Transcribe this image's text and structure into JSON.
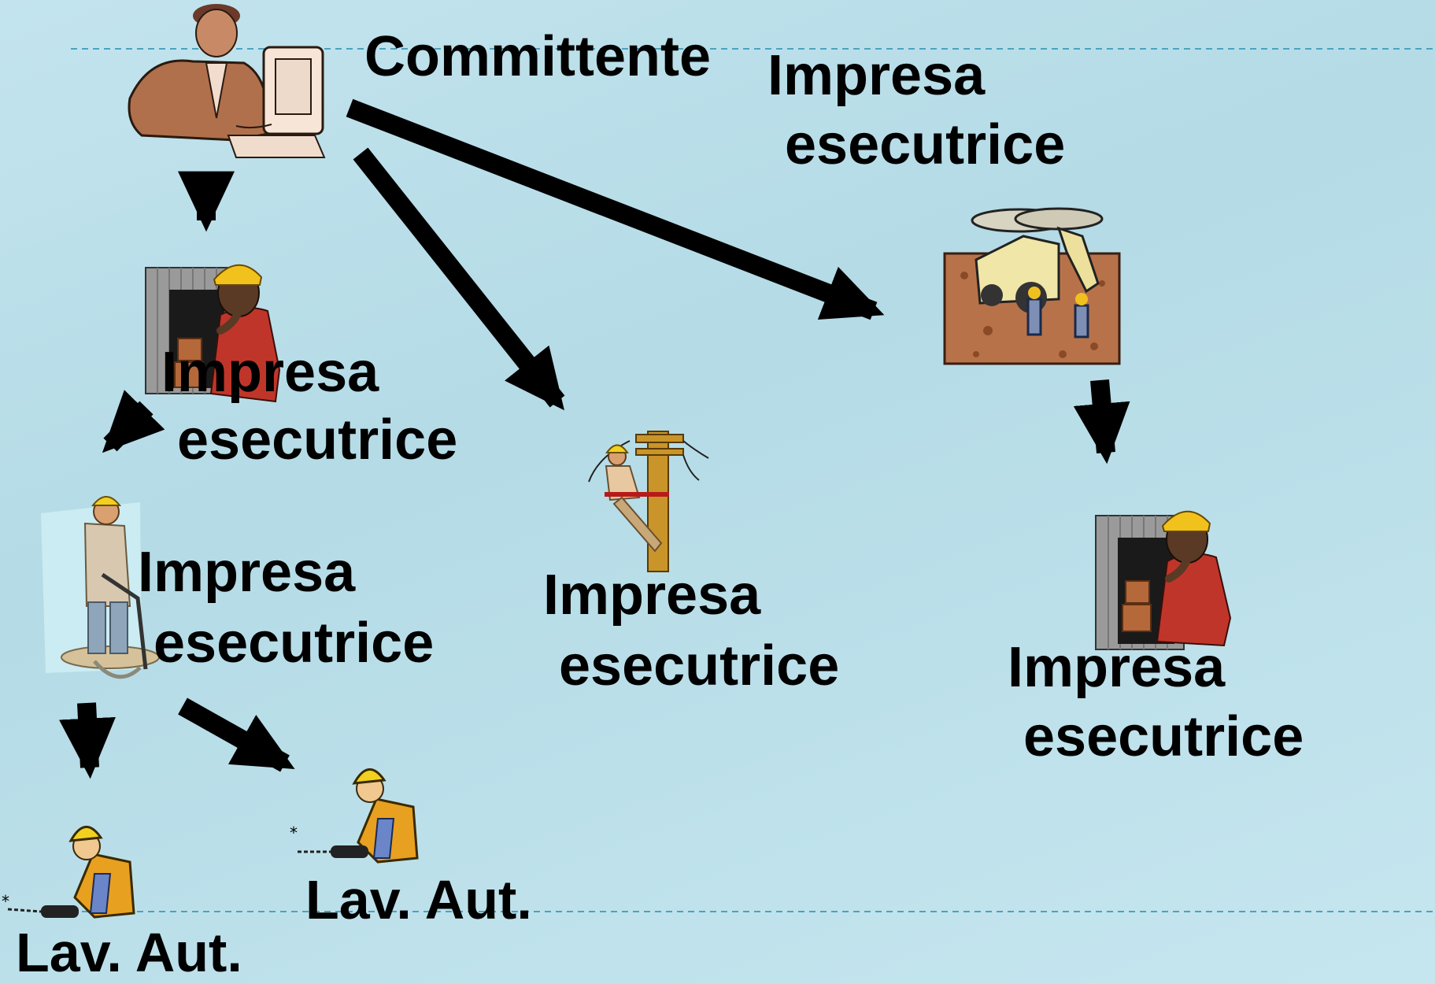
{
  "diagram": {
    "committente_label": "Committente",
    "impresa_label": "Impresa",
    "esecutrice_label": "esecutrice",
    "lavoratore_label": "Lav. Aut."
  },
  "icons": {
    "client": "businessman-at-computer-icon",
    "contractor": "worker-in-warehouse-icon",
    "jackhammer": "jackhammer-worker-icon",
    "lineman": "utility-pole-lineman-icon",
    "excavation": "excavation-site-icon",
    "drill_worker": "drill-worker-icon"
  },
  "colors": {
    "arrow": "#000000",
    "dashed_line": "#4aa3c0"
  }
}
